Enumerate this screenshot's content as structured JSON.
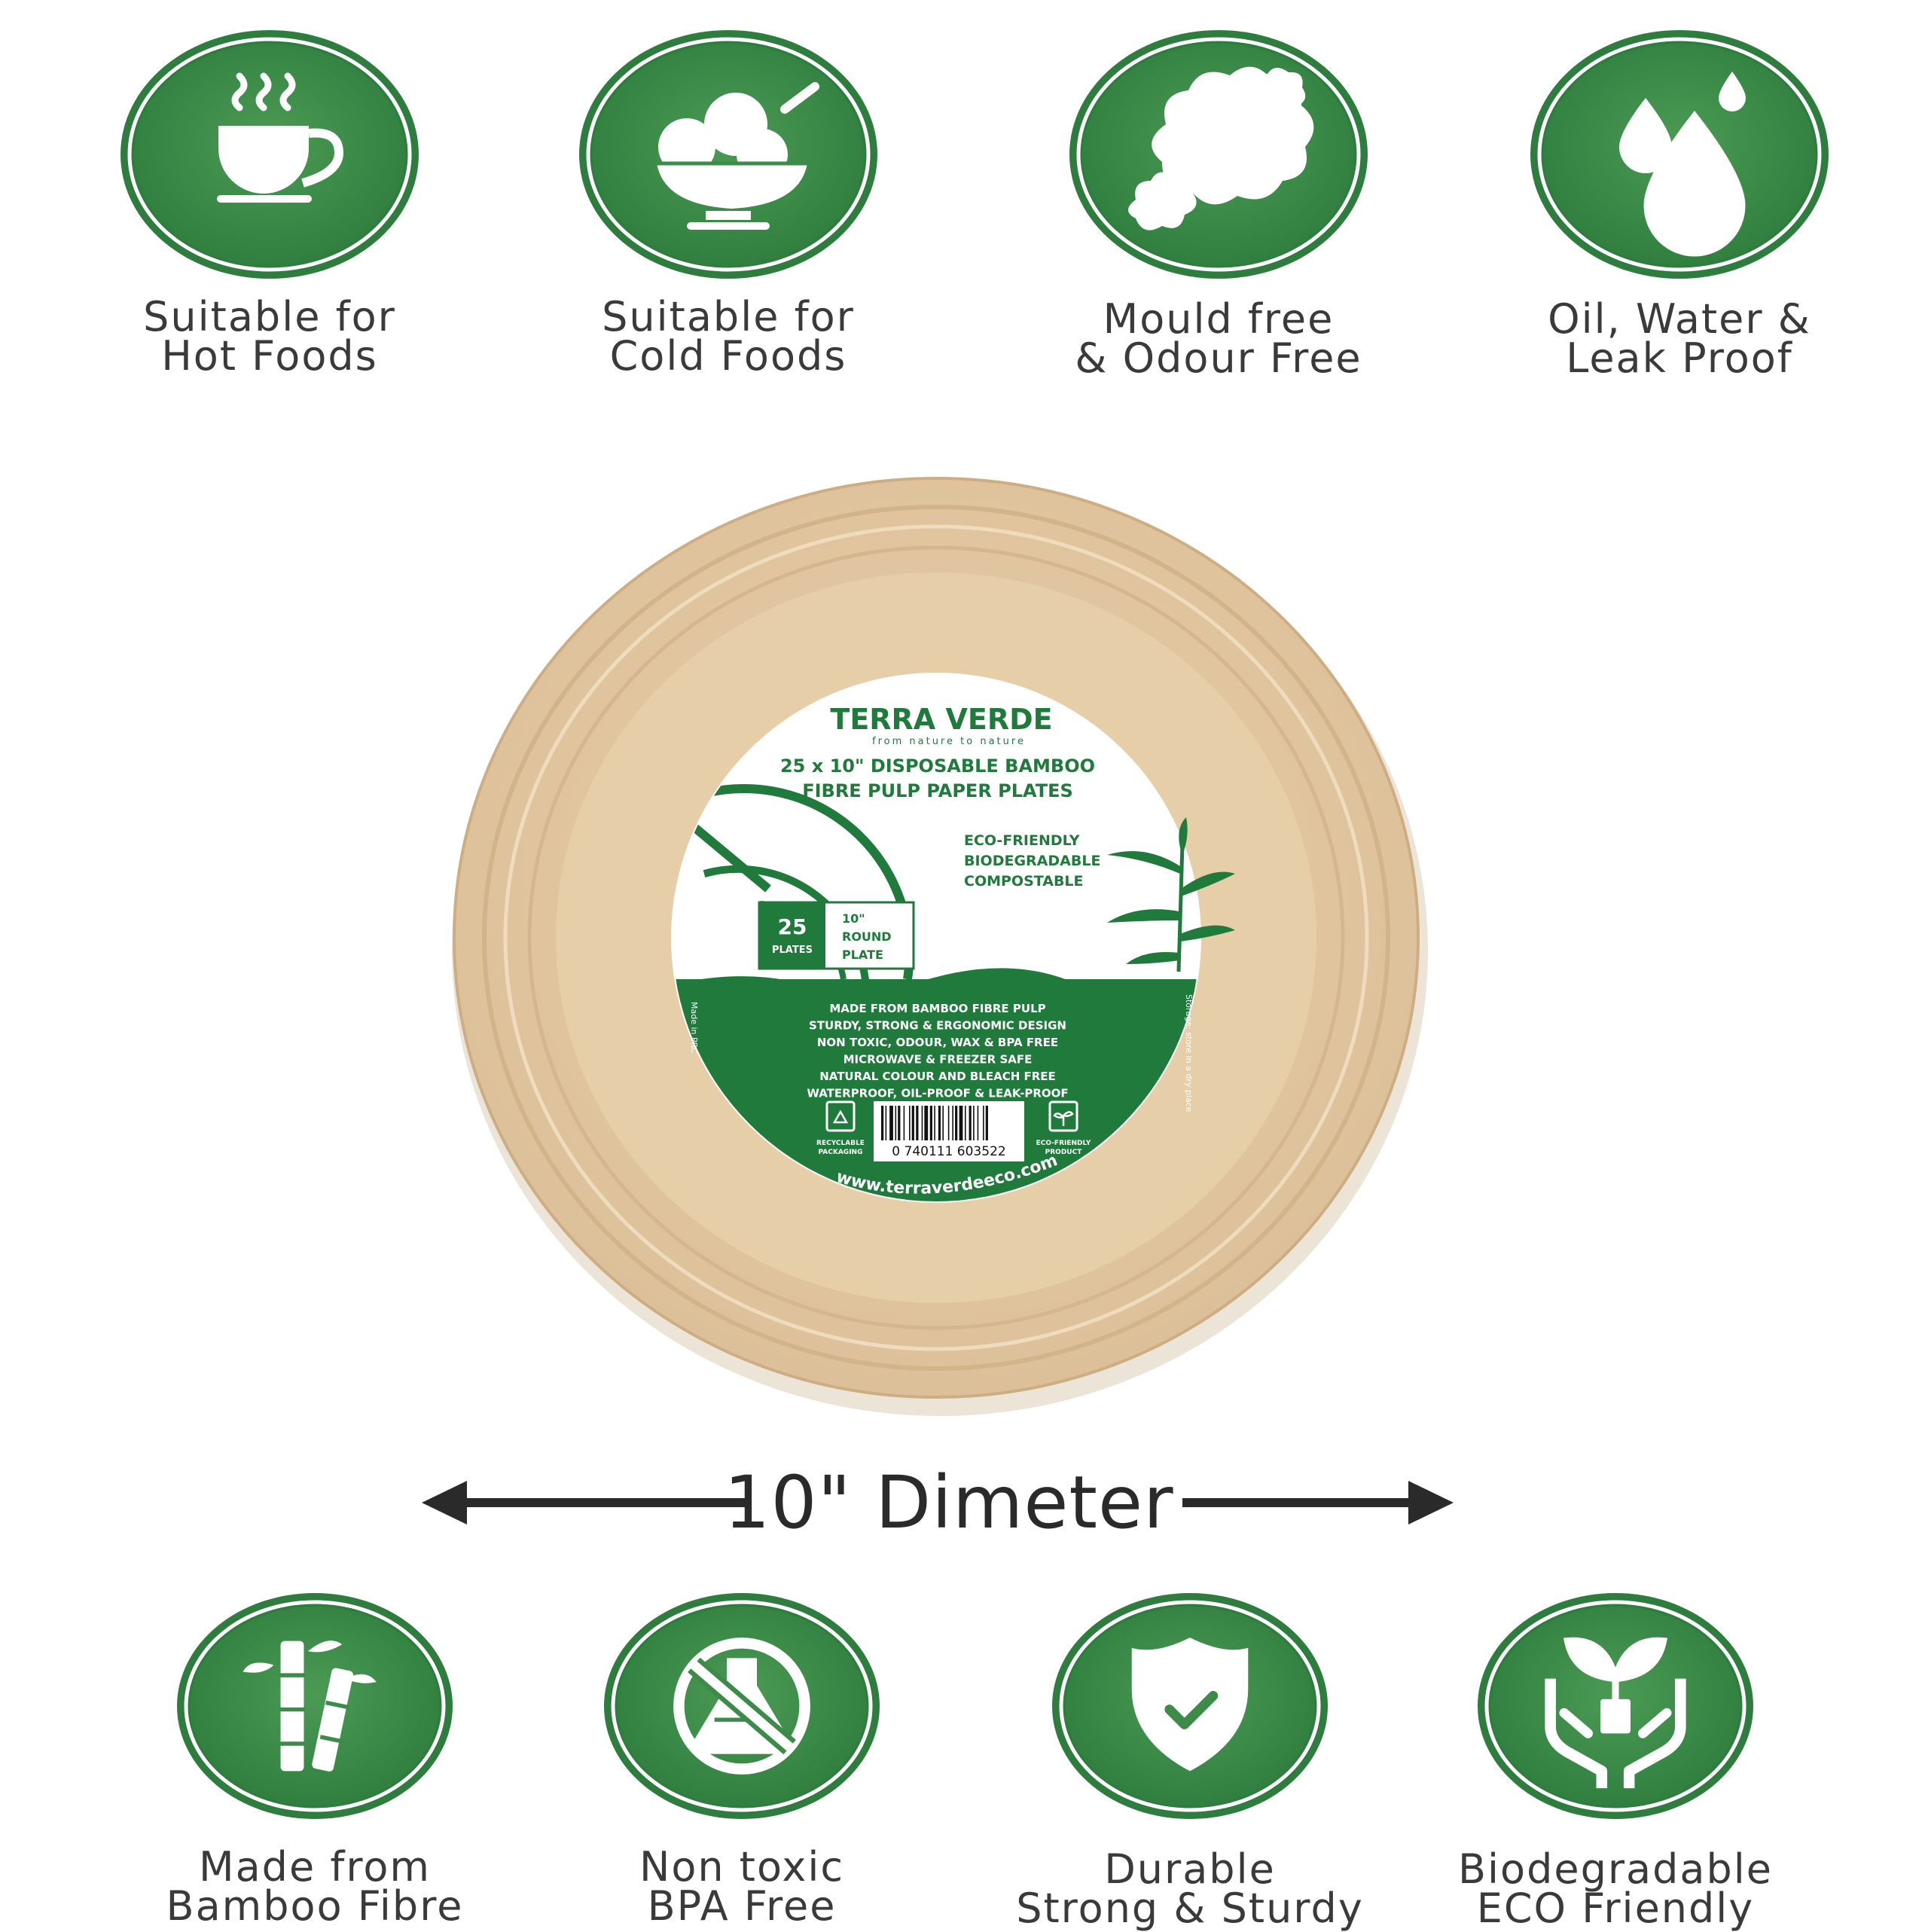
{
  "colors": {
    "badge_outer": "#2e7d3e",
    "badge_inner": "#4b9a54",
    "badge_ring": "#ffffff",
    "plate": "#e3c9a3",
    "plate_rim": "#d5b78c",
    "label_green": "#1f7a3c",
    "text_dark": "#3a3a3a"
  },
  "top_features": [
    {
      "icon": "hot-cup-icon",
      "line1": "Suitable for",
      "line2": "Hot Foods"
    },
    {
      "icon": "ice-cream-bowl-icon",
      "line1": "Suitable for",
      "line2": "Cold Foods"
    },
    {
      "icon": "mould-spores-icon",
      "line1": "Mould free",
      "line2": "& Odour Free"
    },
    {
      "icon": "water-drops-icon",
      "line1": "Oil, Water &",
      "line2": "Leak Proof"
    }
  ],
  "bottom_features": [
    {
      "icon": "bamboo-icon",
      "line1": "Made from",
      "line2": "Bamboo Fibre"
    },
    {
      "icon": "no-chemical-flask-icon",
      "line1": "Non toxic",
      "line2": "BPA Free"
    },
    {
      "icon": "shield-check-icon",
      "line1": "Durable",
      "line2": "Strong & Sturdy"
    },
    {
      "icon": "plant-hands-icon",
      "line1": "Biodegradable",
      "line2": "ECO Friendly"
    }
  ],
  "dimension": {
    "label": "10\" Dimeter"
  },
  "label": {
    "brand": "TERRA VERDE",
    "tagline": "from nature to nature",
    "title_line1": "25 x 10\" DISPOSABLE BAMBOO",
    "title_line2": "FIBRE PULP PAPER PLATES",
    "eco": [
      "ECO-FRIENDLY",
      "BIODEGRADABLE",
      "COMPOSTABLE"
    ],
    "count": "25",
    "count_unit": "PLATES",
    "size": "10\"",
    "shape_line1": "ROUND",
    "shape_line2": "PLATE",
    "bullets": [
      "MADE FROM BAMBOO FIBRE PULP",
      "STURDY, STRONG & ERGONOMIC DESIGN",
      "NON TOXIC, ODOUR, WAX & BPA FREE",
      "MICROWAVE & FREEZER SAFE",
      "NATURAL COLOUR AND BLEACH FREE",
      "WATERPROOF, OIL-PROOF & LEAK-PROOF"
    ],
    "made_in": "Made in PRC",
    "storage": "Storage: store in a dry place",
    "recyclable_line1": "RECYCLABLE",
    "recyclable_line2": "PACKAGING",
    "eco_product_line1": "ECO-FRIENDLY",
    "eco_product_line2": "PRODUCT",
    "barcode": "0 740111 603522",
    "website": "www.terraverdeeco.com"
  }
}
